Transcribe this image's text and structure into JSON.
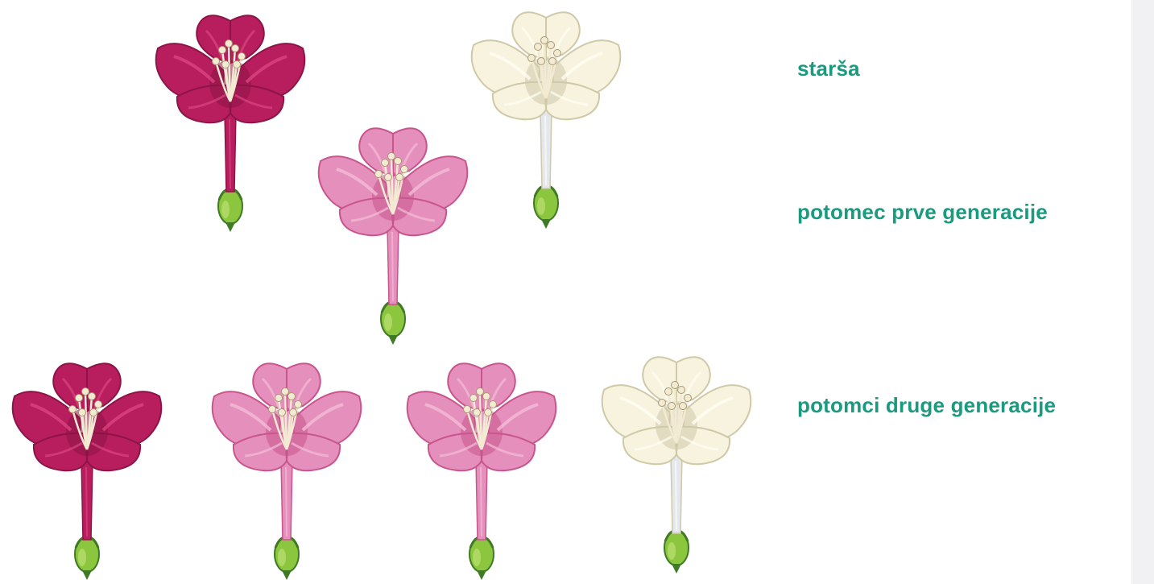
{
  "labels": {
    "parents": "starša",
    "first_generation": "potomec prve generacije",
    "second_generation": "potomci druge generacije"
  },
  "colors": {
    "label_text": "#1a9a7e",
    "magenta_petal": "#b81e5e",
    "magenta_petal_light": "#d9447f",
    "magenta_petal_dark": "#8c1446",
    "pink_petal": "#e58fbc",
    "pink_petal_light": "#f3bcd6",
    "pink_petal_dark": "#c9558d",
    "white_petal": "#f7f3df",
    "white_petal_light": "#fffdf2",
    "white_petal_dark": "#cfc9a8",
    "sepal_green": "#8cc63f",
    "sepal_dark": "#3f7a25",
    "stamen": "#f3ead3"
  },
  "flowers": [
    {
      "generation": "parents",
      "color": "magenta"
    },
    {
      "generation": "parents",
      "color": "white"
    },
    {
      "generation": "first_generation",
      "color": "pink"
    },
    {
      "generation": "second_generation",
      "color": "magenta"
    },
    {
      "generation": "second_generation",
      "color": "pink"
    },
    {
      "generation": "second_generation",
      "color": "pink"
    },
    {
      "generation": "second_generation",
      "color": "white"
    }
  ]
}
